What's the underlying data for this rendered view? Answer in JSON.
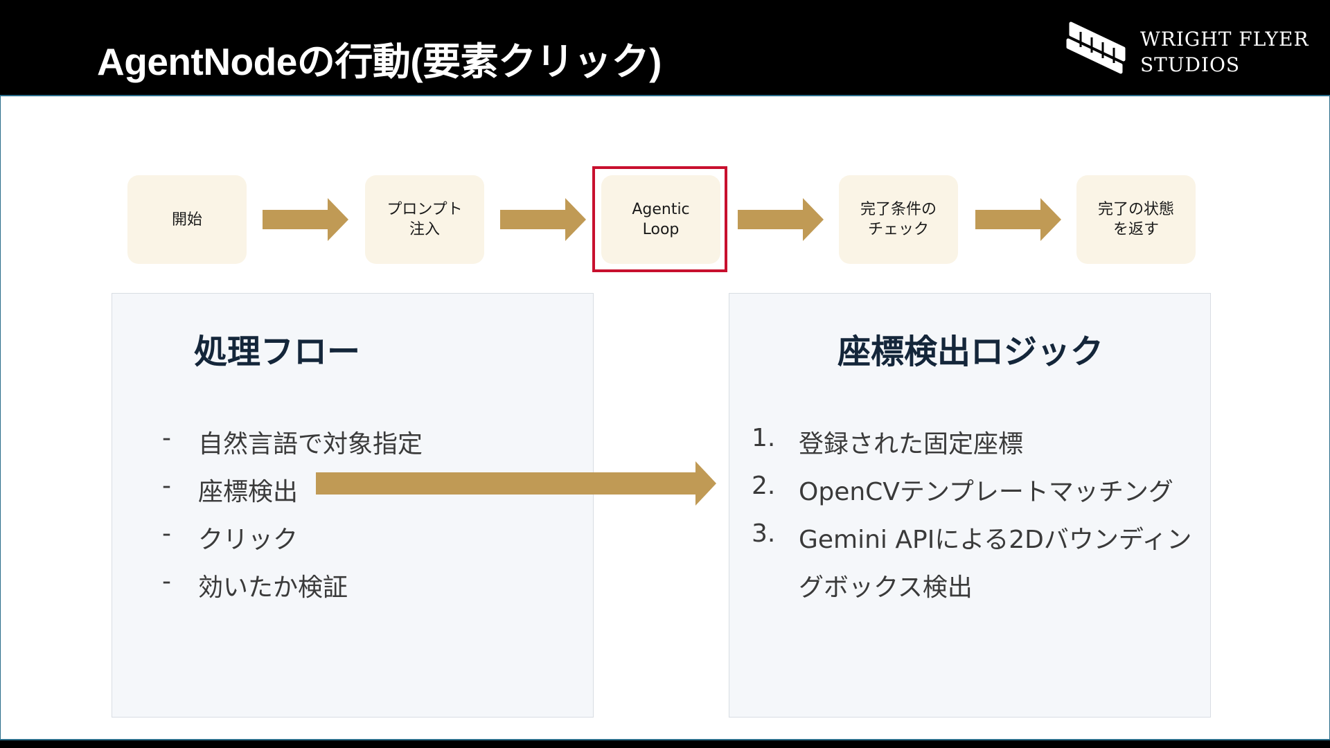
{
  "header": {
    "title": "AgentNodeの行動(要素クリック)",
    "logo_line1": "WRIGHT FLYER",
    "logo_line2": "STUDIOS"
  },
  "flow": {
    "steps": [
      "開始",
      "プロンプト\n注入",
      "Agentic\nLoop",
      "完了条件の\nチェック",
      "完了の状態\nを返す"
    ],
    "highlighted_step": "Agentic\nLoop"
  },
  "left_panel": {
    "title": "処理フロー",
    "marker": "-",
    "items": [
      "自然言語で対象指定",
      "座標検出",
      "クリック",
      "効いたか検証"
    ]
  },
  "right_panel": {
    "title": "座標検出ロジック",
    "items": [
      {
        "num": "1.",
        "text": "登録された固定座標"
      },
      {
        "num": "2.",
        "text": "OpenCVテンプレートマッチング"
      },
      {
        "num": "3.",
        "text": "Gemini APIによる2Dバウンディン",
        "cont": "グボックス検出"
      }
    ]
  },
  "colors": {
    "arrow": "#c09a55",
    "step_bg": "#faf4e6",
    "highlight": "#c8102e",
    "panel_bg": "#f5f7fa",
    "title_text": "#14263a",
    "frame": "#2a6d8a"
  }
}
